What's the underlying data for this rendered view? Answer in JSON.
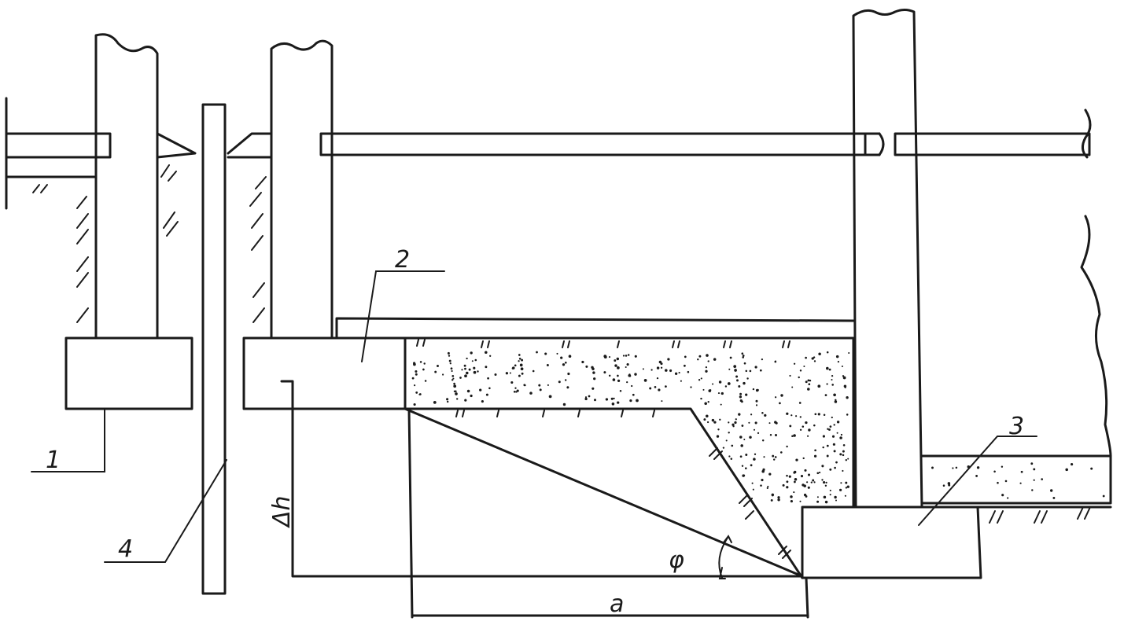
{
  "labels": {
    "item_1": "1",
    "item_2": "2",
    "item_3": "3",
    "item_4": "4",
    "delta_h": "Δh",
    "phi": "φ",
    "dim_a": "a"
  },
  "colors": {
    "ink": "#1a1a1a",
    "paper": "#ffffff"
  }
}
